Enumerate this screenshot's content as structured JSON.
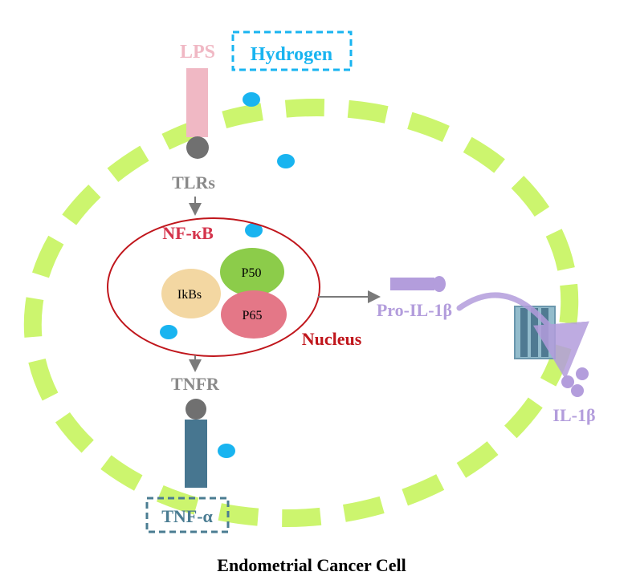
{
  "labels": {
    "lps": "LPS",
    "hydrogen": "Hydrogen",
    "tlrs": "TLRs",
    "nfkb": "NF-κB",
    "ikbs": "IkBs",
    "p50": "P50",
    "p65": "P65",
    "nucleus": "Nucleus",
    "tnfr": "TNFR",
    "tnf_alpha": "TNF-α",
    "pro_il1b": "Pro-IL-1β",
    "il1b": "IL-1β",
    "title": "Endometrial Cancer Cell"
  },
  "colors": {
    "membrane": "#ccf56e",
    "hydrogen": "#19b4f0",
    "lps": "#f0b8c4",
    "receptor_head": "#707070",
    "tlr_text": "#8a8a8a",
    "nucleus_border": "#c0161c",
    "nfkb_text": "#d4344c",
    "nucleus_text": "#c0161c",
    "ikbs": "#f3d7a2",
    "p50": "#8ccc4a",
    "p65": "#e47787",
    "tnfr_bar": "#477690",
    "tnf_box": "#4a7c92",
    "pro_il1b": "#b39ddc",
    "channel": "#93bccc",
    "channel_bar": "#4f7a92",
    "arrow": "#7a7a7a",
    "title": "#000000"
  }
}
